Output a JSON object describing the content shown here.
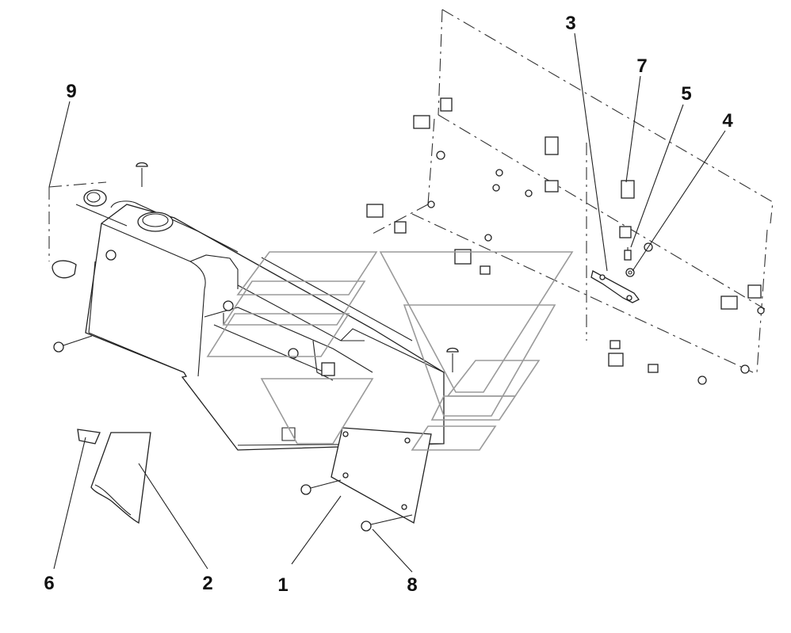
{
  "diagram": {
    "callouts": [
      {
        "id": "c1",
        "label": "1"
      },
      {
        "id": "c2",
        "label": "2"
      },
      {
        "id": "c3",
        "label": "3"
      },
      {
        "id": "c4",
        "label": "4"
      },
      {
        "id": "c5",
        "label": "5"
      },
      {
        "id": "c6",
        "label": "6"
      },
      {
        "id": "c7",
        "label": "7"
      },
      {
        "id": "c8",
        "label": "8"
      },
      {
        "id": "c9",
        "label": "9"
      }
    ]
  },
  "colors": {
    "line": "#222222",
    "background": "#ffffff",
    "watermark": "#9a9a9a"
  }
}
